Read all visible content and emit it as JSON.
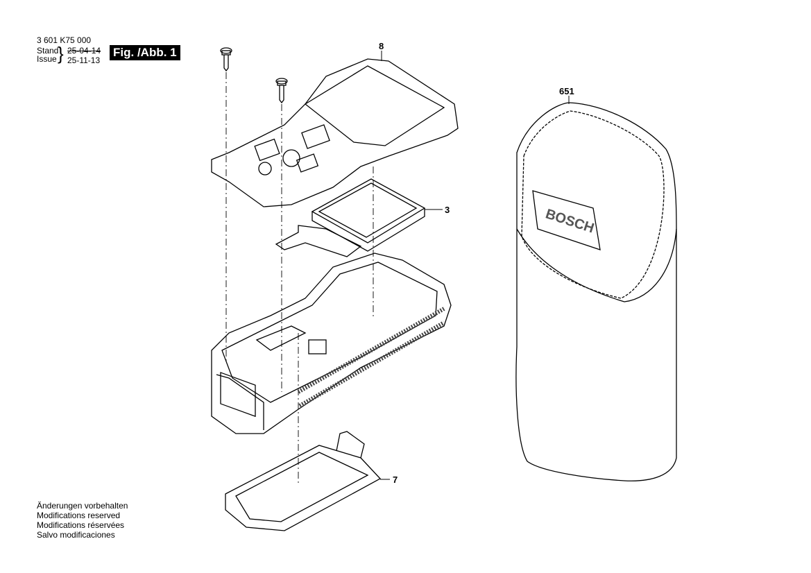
{
  "header": {
    "part_number": "3 601 K75 000",
    "stand_label": "Stand",
    "issue_label": "Issue",
    "stand_date": "25-04-14",
    "issue_date": "25-11-13",
    "figure_label": "Fig. /Abb. 1"
  },
  "callouts": {
    "c8": "8",
    "c3": "3",
    "c7": "7",
    "c651": "651"
  },
  "brand_logo": "BOSCH",
  "footer": {
    "lines": [
      "Änderungen vorbehalten",
      "Modifications reserved",
      "Modifications réservées",
      "Salvo modificaciones"
    ]
  }
}
